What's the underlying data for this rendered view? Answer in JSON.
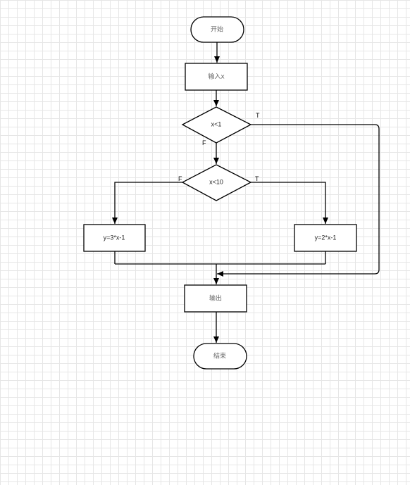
{
  "nodes": {
    "start": "开始",
    "input": "输入x",
    "cond1": "x<1",
    "cond2": "x<10",
    "assign_false": "y=3*x-1",
    "assign_true": "y=2*x-1",
    "output": "输出",
    "end": "结束"
  },
  "edges": {
    "cond1_true": "T",
    "cond1_false": "F",
    "cond2_false": "F",
    "cond2_true": "T"
  }
}
